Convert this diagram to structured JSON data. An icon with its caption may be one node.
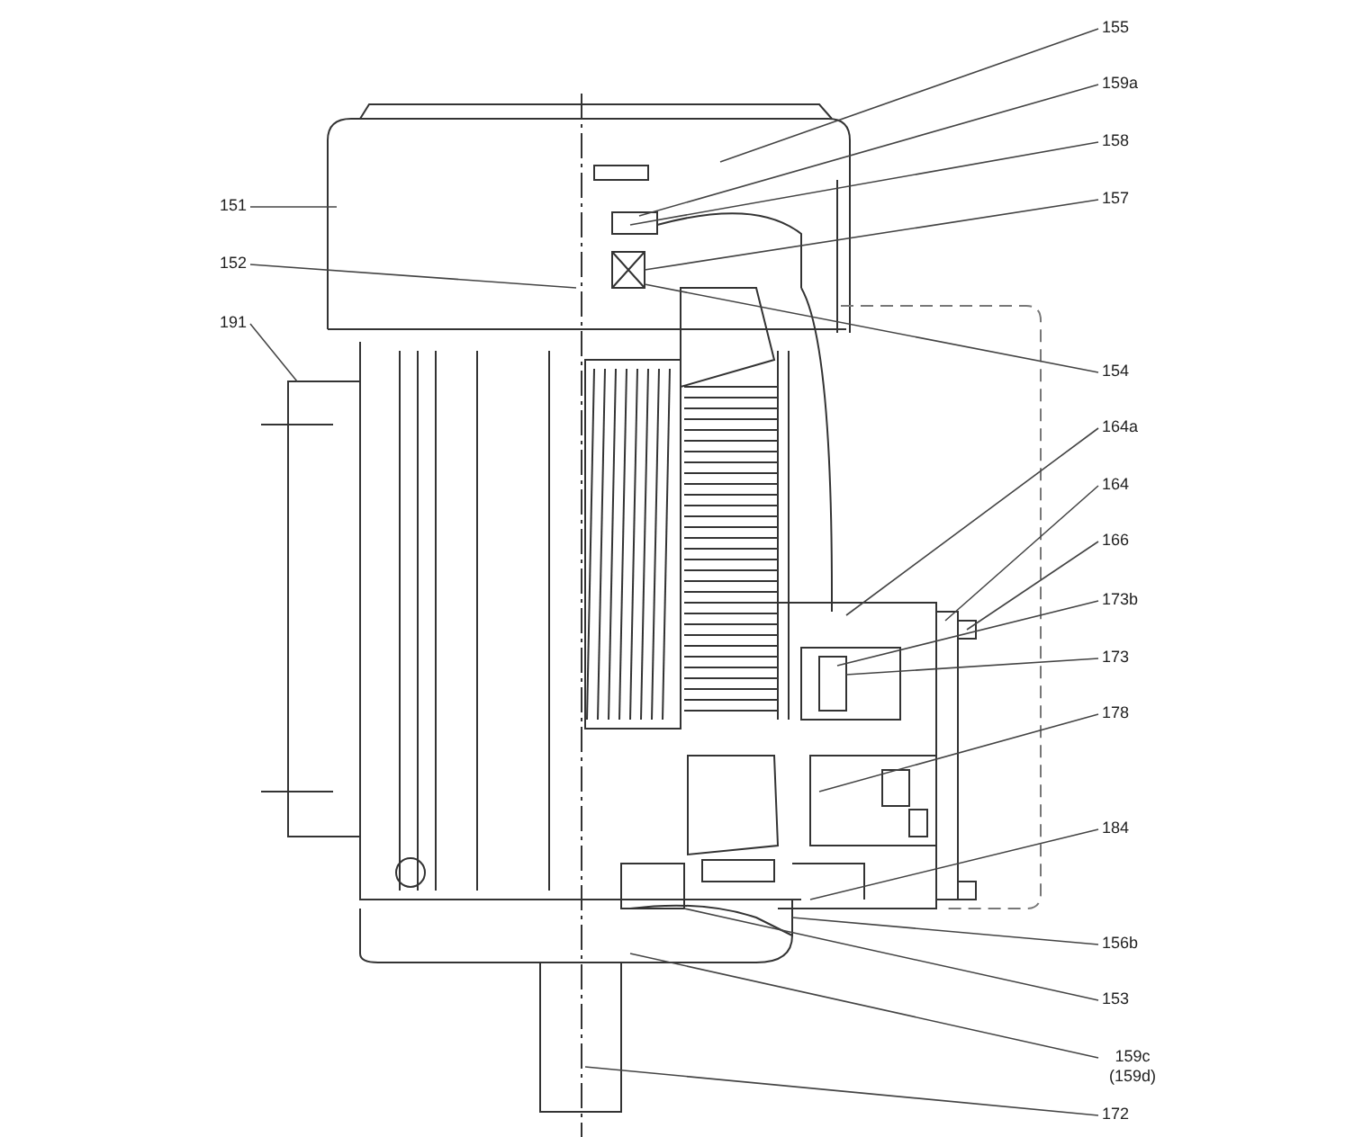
{
  "diagram": {
    "nodes": [
      {
        "text": [
          "155"
        ]
      },
      {
        "text": [
          "159a"
        ]
      },
      {
        "text": [
          "158"
        ]
      },
      {
        "text": [
          "151"
        ]
      },
      {
        "text": [
          "157"
        ]
      },
      {
        "text": [
          "152"
        ]
      },
      {
        "text": [
          "191"
        ]
      },
      {
        "text": [
          "154"
        ]
      },
      {
        "text": [
          "164a"
        ]
      },
      {
        "text": [
          "164"
        ]
      },
      {
        "text": [
          "166"
        ]
      },
      {
        "text": [
          "173b"
        ]
      },
      {
        "text": [
          "173"
        ]
      },
      {
        "text": [
          "178"
        ]
      },
      {
        "text": [
          "184"
        ]
      },
      {
        "text": [
          "156b"
        ]
      },
      {
        "text": [
          "153"
        ]
      },
      {
        "text": [
          "159c (159d)"
        ]
      },
      {
        "text": [
          "172"
        ]
      }
    ],
    "edges": [
      {
        "from": 0,
        "to": null,
        "arrow": "none"
      },
      {
        "from": 1,
        "to": null,
        "arrow": "none"
      },
      {
        "from": 2,
        "to": null,
        "arrow": "none"
      },
      {
        "from": 3,
        "to": null,
        "arrow": "none"
      },
      {
        "from": 4,
        "to": null,
        "arrow": "none"
      },
      {
        "from": 5,
        "to": null,
        "arrow": "none"
      },
      {
        "from": 6,
        "to": null,
        "arrow": "none"
      },
      {
        "from": 7,
        "to": null,
        "arrow": "none"
      },
      {
        "from": 8,
        "to": null,
        "arrow": "none"
      },
      {
        "from": 9,
        "to": null,
        "arrow": "none"
      },
      {
        "from": 10,
        "to": null,
        "arrow": "none"
      },
      {
        "from": 11,
        "to": null,
        "arrow": "none"
      },
      {
        "from": 12,
        "to": null,
        "arrow": "none"
      },
      {
        "from": 13,
        "to": null,
        "arrow": "none"
      },
      {
        "from": 14,
        "to": null,
        "arrow": "none"
      },
      {
        "from": 15,
        "to": null,
        "arrow": "none"
      },
      {
        "from": 16,
        "to": null,
        "arrow": "none"
      },
      {
        "from": 17,
        "to": null,
        "arrow": "none"
      },
      {
        "from": 18,
        "to": null,
        "arrow": "none"
      }
    ]
  }
}
